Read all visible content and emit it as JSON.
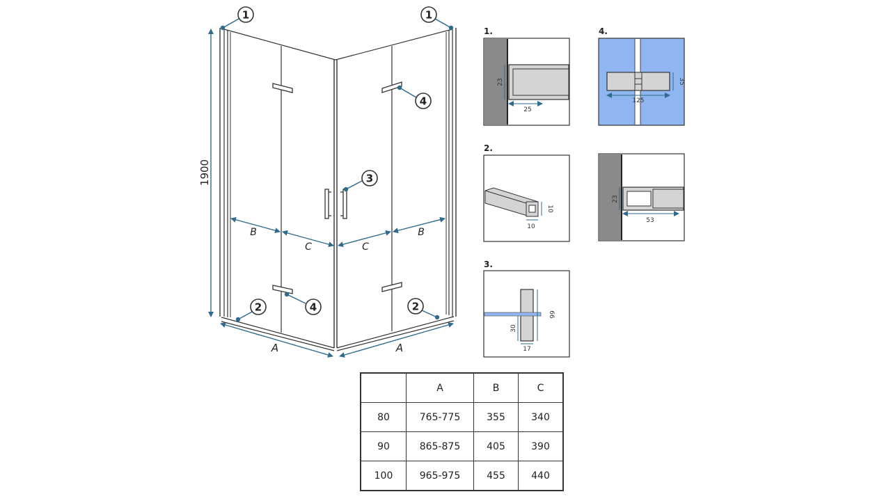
{
  "dimensions": {
    "height": "1900",
    "width_a": "A",
    "door_b": "B",
    "door_c": "C"
  },
  "callouts": {
    "profile": "1",
    "bottom": "2",
    "handle": "3",
    "hinge": "4"
  },
  "details": {
    "d1": {
      "title": "1.",
      "h": "23",
      "w": "25"
    },
    "d2": {
      "title": "2.",
      "h": "10",
      "w": "10"
    },
    "d3": {
      "title": "3.",
      "inner": "30",
      "outer": "66",
      "w": "17"
    },
    "d4": {
      "title": "4.",
      "w": "125",
      "h": "35"
    },
    "d5": {
      "h": "23",
      "w": "53"
    }
  },
  "table": {
    "header": [
      "",
      "A",
      "B",
      "C"
    ],
    "rows": [
      [
        "80",
        "765-775",
        "355",
        "340"
      ],
      [
        "90",
        "865-875",
        "405",
        "390"
      ],
      [
        "100",
        "965-975",
        "455",
        "440"
      ]
    ]
  },
  "colors": {
    "dim_blue": "#2f6b8c",
    "glass_blue": "#8fb6f0",
    "wall_gray": "#8a8a8a",
    "profile_gray": "#d4d4d4"
  }
}
